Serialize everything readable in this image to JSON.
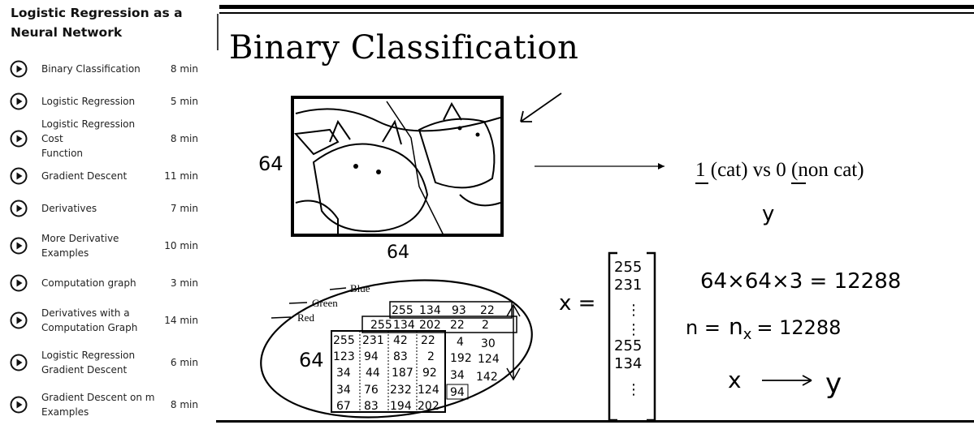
{
  "sidebar": {
    "heading_line1": "Logistic Regression as a",
    "heading_line2": "Neural Network",
    "items": [
      {
        "line1": "Binary Classification",
        "line2": "",
        "duration": "8 min"
      },
      {
        "line1": "Logistic Regression",
        "line2": "",
        "duration": "5 min"
      },
      {
        "line1": "Logistic Regression Cost",
        "line2": "Function",
        "duration": "8 min"
      },
      {
        "line1": "Gradient Descent",
        "line2": "",
        "duration": "11 min"
      },
      {
        "line1": "Derivatives",
        "line2": "",
        "duration": "7 min"
      },
      {
        "line1": "More Derivative",
        "line2": "Examples",
        "duration": "10 min"
      },
      {
        "line1": "Computation graph",
        "line2": "",
        "duration": "3 min"
      },
      {
        "line1": "Derivatives with a",
        "line2": "Computation Graph",
        "duration": "14 min"
      },
      {
        "line1": "Logistic Regression",
        "line2": "Gradient Descent",
        "duration": "6 min"
      },
      {
        "line1": "Gradient Descent on m",
        "line2": "Examples",
        "duration": "8 min"
      }
    ]
  },
  "slide": {
    "title": "Binary Classification",
    "image_side_label": "64",
    "image_bottom_label": "64",
    "classification_one": "1",
    "classification_text_mid": " (cat) vs ",
    "classification_zero": "0",
    "classification_text_end": " (non cat)",
    "y_label": "y",
    "channel_blue": "Blue",
    "channel_green": "Green",
    "channel_red": "Red",
    "matrix_side_label": "64",
    "blue_row": [
      "255",
      "134",
      "93",
      "22"
    ],
    "green_row1": [
      "255",
      "134",
      "202",
      "22",
      "2"
    ],
    "red_rows": [
      [
        "255",
        "231",
        "42",
        "22",
        "4",
        "30"
      ],
      [
        "123",
        "94",
        "83",
        "2",
        "192",
        "124"
      ],
      [
        "34",
        "44",
        "187",
        "92",
        "34",
        "142"
      ],
      [
        "34",
        "76",
        "232",
        "124",
        "94"
      ],
      [
        "67",
        "83",
        "194",
        "202"
      ]
    ],
    "x_eq": "x =",
    "vector_top": [
      "255",
      "231"
    ],
    "vector_dots": "⋮",
    "vector_bottom": [
      "255",
      "134"
    ],
    "dims_eq": "64×64×3 = 12288",
    "n_eq_prefix": "n =",
    "n_x": "n",
    "n_x_sub": "x",
    "n_eq_value": "= 12288",
    "x_arrow_x": "x",
    "x_arrow_y": "y"
  }
}
